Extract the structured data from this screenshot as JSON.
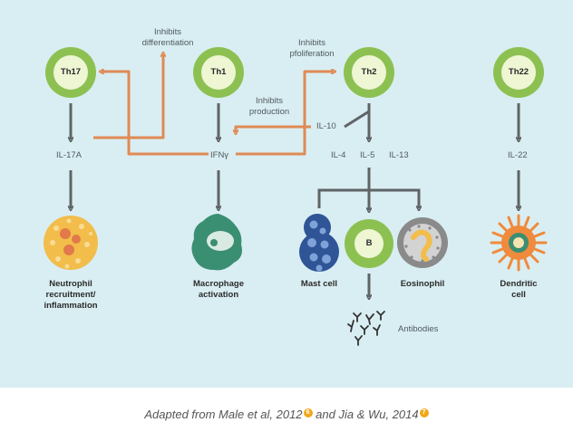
{
  "cells": {
    "th17": "Th17",
    "th1": "Th1",
    "th2": "Th2",
    "th22": "Th22",
    "b": "B"
  },
  "cytokines": {
    "il17a": "IL-17A",
    "ifng": "IFNγ",
    "il10": "IL-10",
    "il4": "IL-4",
    "il5": "IL-5",
    "il13": "IL-13",
    "il22": "IL-22"
  },
  "notes": {
    "inhibits_differentiation": [
      "Inhibits",
      "differentiation"
    ],
    "inhibits_proliferation": [
      "Inhibits",
      "pfoliferation"
    ],
    "inhibits_production": [
      "Inhibits",
      "production"
    ]
  },
  "outcomes": {
    "neutrophil": [
      "Neutrophil",
      "recruitment/",
      "inflammation"
    ],
    "macrophage": [
      "Macrophage",
      "activation"
    ],
    "mast": [
      "Mast cell"
    ],
    "eosinophil": [
      "Eosinophil"
    ],
    "dendritic": [
      "Dendritic",
      "cell"
    ],
    "antibodies": "Antibodies"
  },
  "caption": {
    "text1": "Adapted from Male et al, 2012",
    "ref1": "6",
    "text2": " and Jia & Wu, 2014",
    "ref2": "7"
  },
  "colors": {
    "background": "#d9eef2",
    "green_ring": "#8cc152",
    "arrow_gray": "#5f6466",
    "inhibit_orange": "#e08a55",
    "neutrophil": "#f2bd4b",
    "macrophage": "#3a8e72",
    "mast": "#2f5597",
    "eosinophil": "#8a8a8a",
    "dendritic": "#f08a3c"
  }
}
